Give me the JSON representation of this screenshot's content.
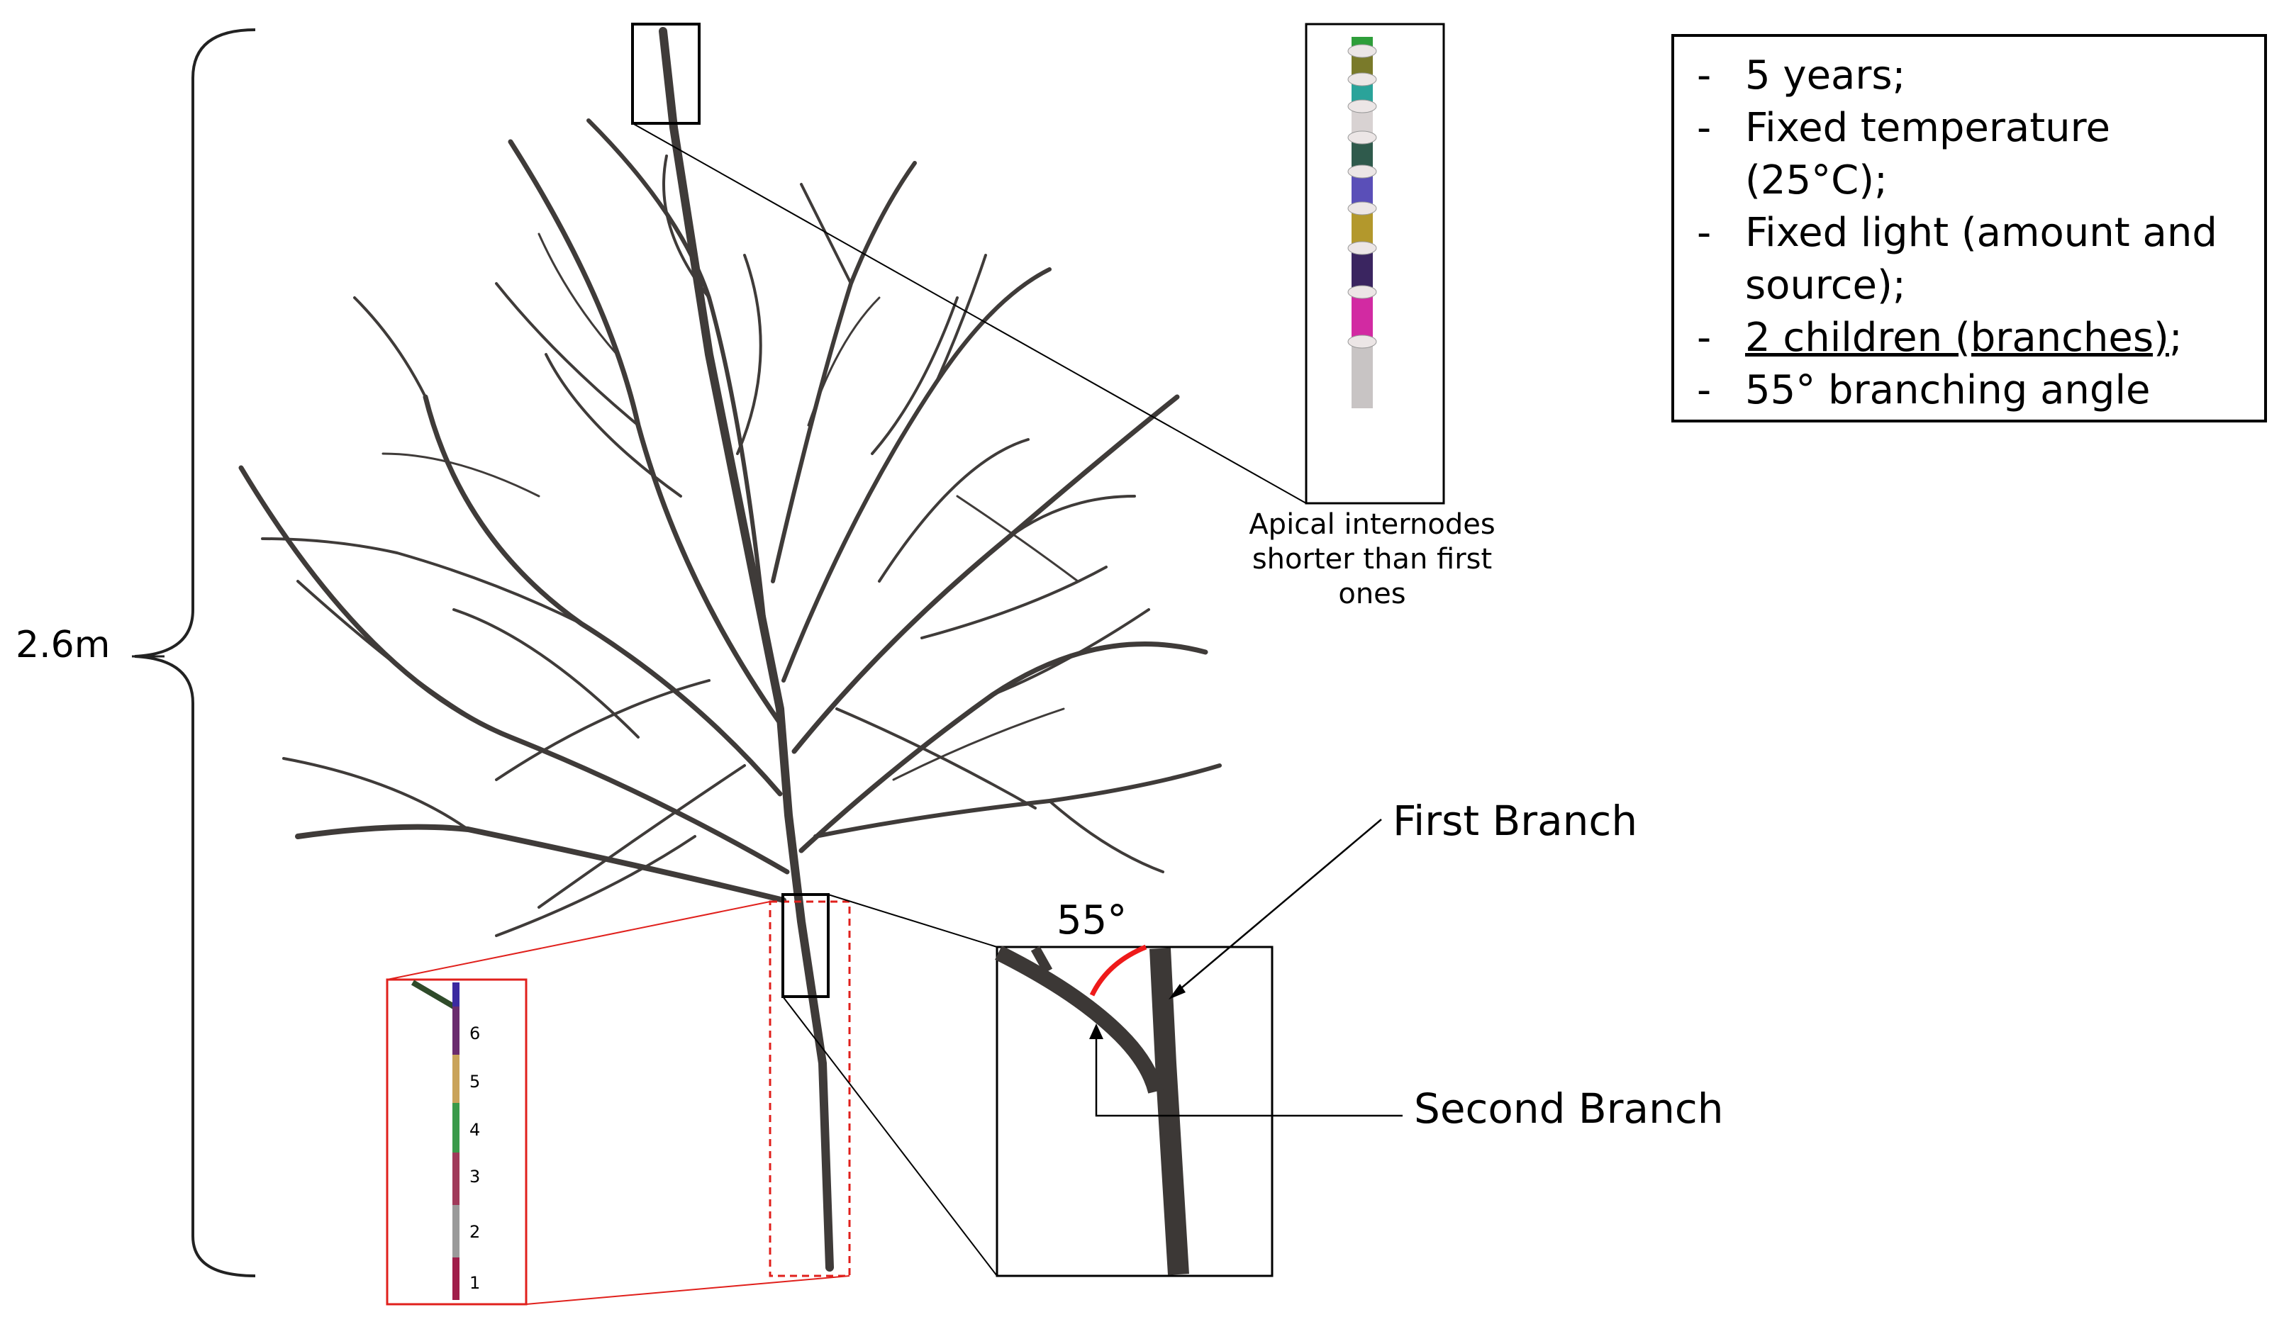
{
  "height_label": "2.6m",
  "parameters": {
    "items": [
      {
        "text": "5 years;",
        "underlined": false
      },
      {
        "text": "Fixed temperature (25°C);",
        "underlined": false
      },
      {
        "text": "Fixed light (amount and source);",
        "underlined": false
      },
      {
        "text": "2 children (branches)",
        "suffix": ";",
        "underlined": true
      },
      {
        "text": "55° branching angle",
        "underlined": false
      }
    ]
  },
  "apical_caption": "Apical internodes shorter than first ones",
  "angle_label": "55°",
  "first_branch_label": "First Branch",
  "second_branch_label": "Second Branch",
  "segment_labels": [
    "6",
    "5",
    "4",
    "3",
    "2",
    "1"
  ],
  "apical_segment_colors": [
    "#2e9e3a",
    "#7a7a2a",
    "#2aa39a",
    "#d8d2d2",
    "#2f5a4c",
    "#5a4fb8",
    "#b3982c",
    "#3a2560",
    "#d22aa2",
    "#c8c4c4"
  ],
  "base_segment_colors": [
    "#6a2c6e",
    "#c9a35a",
    "#3a9a4a",
    "#a03a5a",
    "#9a9a9a",
    "#a01e4a"
  ],
  "colors": {
    "trunk": "#3f3b39",
    "box_red": "#e0201c",
    "angle_arc": "#ee1a1a"
  }
}
